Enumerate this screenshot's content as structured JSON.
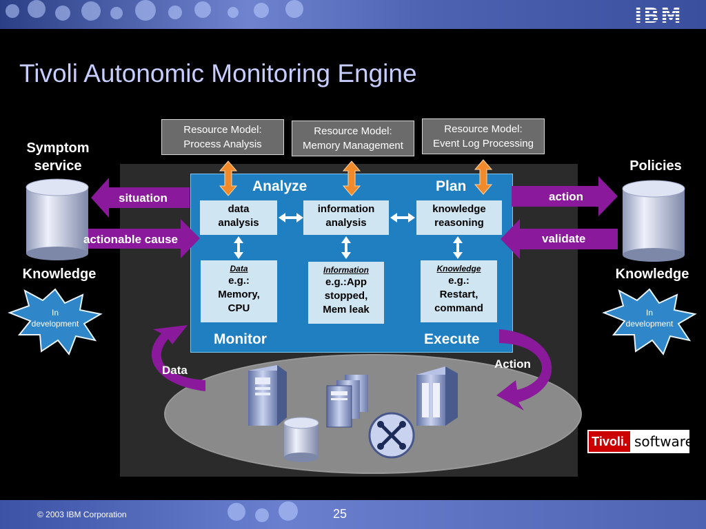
{
  "header": {
    "logo": "IBM"
  },
  "title": "Tivoli Autonomic Monitoring Engine",
  "resource_models": [
    {
      "line1": "Resource Model:",
      "line2": "Process Analysis"
    },
    {
      "line1": "Resource Model:",
      "line2": "Memory Management"
    },
    {
      "line1": "Resource Model:",
      "line2": "Event Log Processing"
    }
  ],
  "phases": {
    "analyze": "Analyze",
    "plan": "Plan",
    "monitor": "Monitor",
    "execute": "Execute"
  },
  "process_boxes": [
    {
      "line1": "data",
      "line2": "analysis"
    },
    {
      "line1": "information",
      "line2": "analysis"
    },
    {
      "line1": "knowledge",
      "line2": "reasoning"
    }
  ],
  "knowledge_boxes": [
    {
      "heading": "Data",
      "line1": "e.g.:",
      "line2": "Memory,",
      "line3": "CPU"
    },
    {
      "heading": "Information",
      "line1": "e.g.:App",
      "line2": "stopped,",
      "line3": "Mem leak"
    },
    {
      "heading": "Knowledge",
      "line1": "e.g.:",
      "line2": "Restart,",
      "line3": "command"
    }
  ],
  "left": {
    "heading_line1": "Symptom",
    "heading_line2": "service",
    "knowledge_label": "Knowledge",
    "arrow_out": "situation",
    "arrow_in": "actionable cause",
    "badge_line1": "In",
    "badge_line2": "development"
  },
  "right": {
    "heading": "Policies",
    "knowledge_label": "Knowledge",
    "arrow_out": "action",
    "arrow_in": "validate",
    "badge_line1": "In",
    "badge_line2": "development"
  },
  "loop_labels": {
    "data": "Data",
    "action": "Action"
  },
  "brand": {
    "red_text": "Tivoli.",
    "text": "software"
  },
  "footer": {
    "copyright": "© 2003 IBM Corporation",
    "page": "25"
  },
  "colors": {
    "title": "#c7cdff",
    "mape_blue": "#1f7fc0",
    "purple_arrow": "#8a1a9b",
    "orange_arrow": "#f08a2a",
    "panel": "#2b2b2b",
    "brand_red": "#cc0000"
  }
}
